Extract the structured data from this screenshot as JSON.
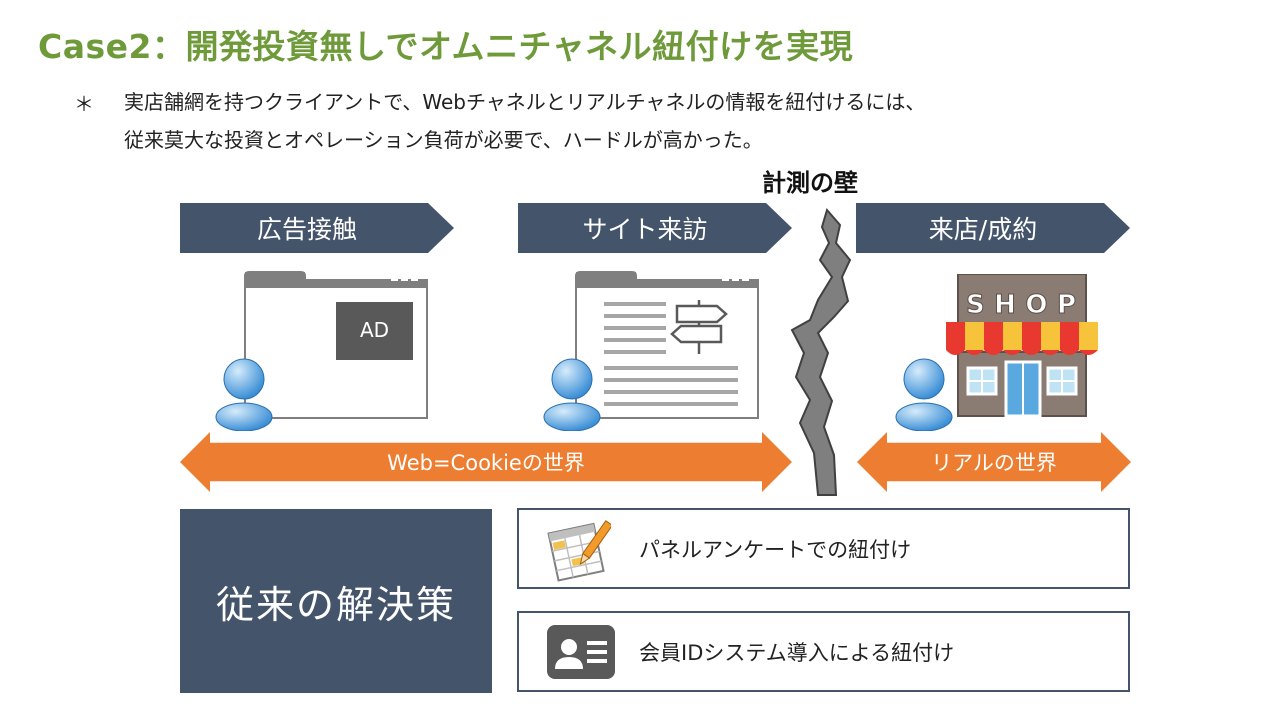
{
  "title": "Case2：開発投資無しでオムニチャネル紐付けを実現",
  "bullet": {
    "mark": "＊",
    "line1": "実店舗網を持つクライアントで、Webチャネルとリアルチャネルの情報を紐付けるには、",
    "line2": "従来莫大な投資とオペレーション負荷が必要で、ハードルが高かった。"
  },
  "wall_label": "計測の壁",
  "steps": [
    "広告接触",
    "サイト来訪",
    "来店/成約"
  ],
  "ad_label": "AD",
  "shop_sign": "SHOP",
  "worlds": {
    "web": "Web=Cookieの世界",
    "real": "リアルの世界"
  },
  "solution": {
    "heading": "従来の解決策",
    "items": [
      "パネルアンケートでの紐付け",
      "会員IDシステム導入による紐付け"
    ]
  },
  "icons": [
    "user-icon",
    "browser-window-icon",
    "signpost-icon",
    "shop-icon",
    "survey-icon",
    "member-id-card-icon"
  ],
  "colors": {
    "title": "#6e9a3a",
    "chevron": "#44546a",
    "world_arrow": "#ed7d31",
    "wall": "#7f7f7f"
  }
}
